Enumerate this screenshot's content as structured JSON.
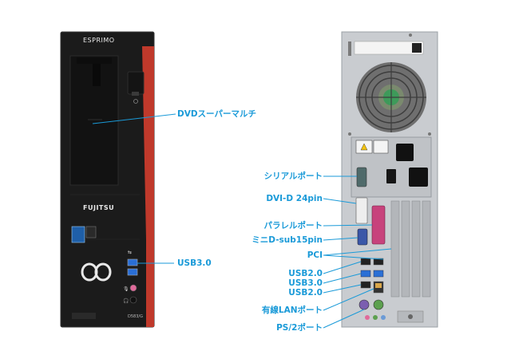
{
  "front_panel": {
    "model": "ESPRIMO",
    "brand": "FUJITSU",
    "model_code": "D583/G"
  },
  "callouts_front": {
    "dvd": "DVDスーパーマルチ",
    "usb30": "USB3.0"
  },
  "callouts_rear": {
    "serial": "シリアルポート",
    "dvi": "DVI-D 24pin",
    "parallel": "パラレルポート",
    "vga": "ミニD-sub15pin",
    "pci": "PCI",
    "usb20_a": "USB2.0",
    "usb30": "USB3.0",
    "usb20_b": "USB2.0",
    "lan": "有線LANポート",
    "ps2": "PS/2ポート"
  },
  "colors": {
    "accent": "#1a9ad8",
    "case": "#1b1b1b",
    "red_trim": "#c0392b",
    "rear_metal": "#c9ccd0",
    "ps2_purple": "#7b5fb0",
    "ps2_green": "#5ca04f",
    "parallel_pink": "#c7427c",
    "vga_blue": "#3b57a8",
    "dvi_white": "#eeeeee",
    "usb3_blue": "#2a6fd6"
  }
}
